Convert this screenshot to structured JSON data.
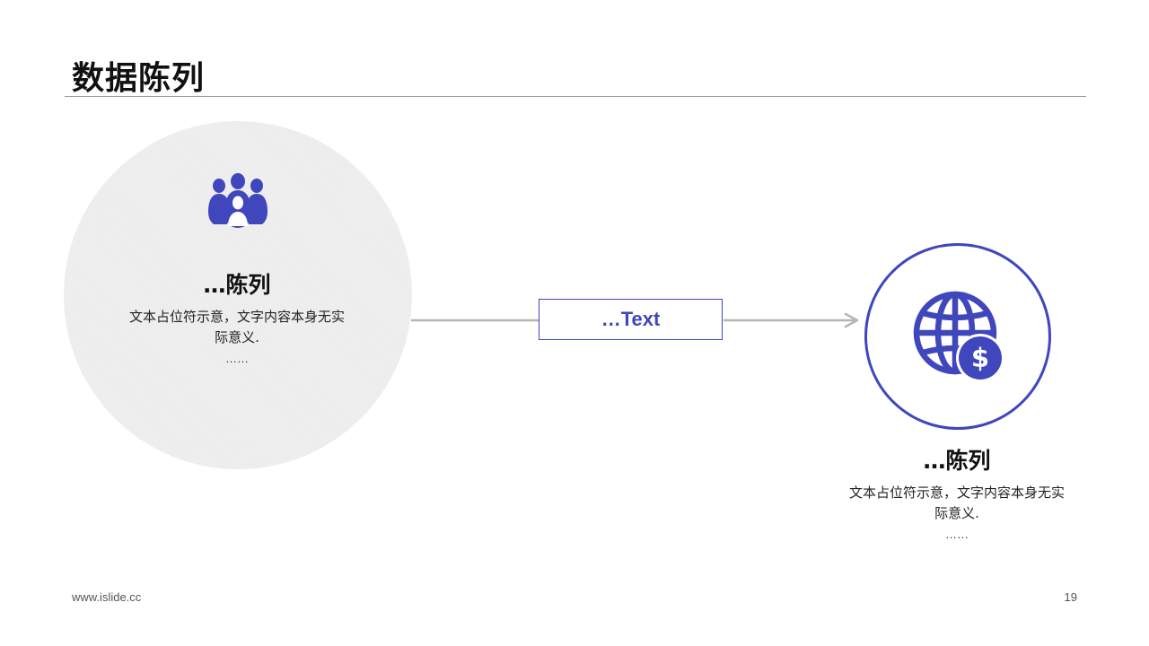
{
  "slide": {
    "title": "数据陈列",
    "footer_url": "www.islide.cc",
    "page_number": "19"
  },
  "colors": {
    "accent": "#4047bd",
    "circle_fill": "#efefef",
    "connector": "#b5b5b5"
  },
  "left_node": {
    "icon": "people-group-icon",
    "heading": "…陈列",
    "desc_line1": "文本占位符示意，文字内容本身无实",
    "desc_line2": "际意义.",
    "ellipsis": "……"
  },
  "middle_box": {
    "label": "…Text"
  },
  "right_node": {
    "icon": "globe-dollar-icon",
    "heading": "…陈列",
    "desc_line1": "文本占位符示意，文字内容本身无实",
    "desc_line2": "际意义.",
    "ellipsis": "……"
  }
}
